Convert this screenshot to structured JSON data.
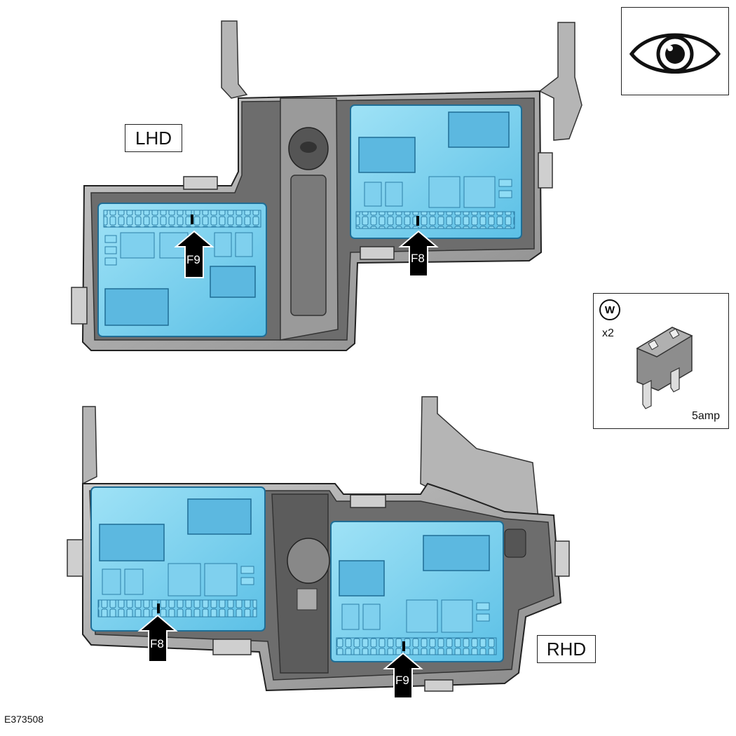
{
  "labels": {
    "lhd": "LHD",
    "rhd": "RHD",
    "caption": "E373508"
  },
  "arrows": {
    "lhd_left": "F9",
    "lhd_right": "F8",
    "rhd_left": "F8",
    "rhd_right": "F9"
  },
  "fuse_info": {
    "tool_symbol": "W",
    "quantity": "x2",
    "rating": "5amp"
  },
  "icons": {
    "view": "eye-icon",
    "fuse": "mini-blade-fuse-icon",
    "tool": "tool-symbol-icon"
  },
  "colors": {
    "module_blue": "#7fd3ee",
    "module_blue_dark": "#3ea8d4",
    "housing_grey": "#8f8f8f",
    "housing_light": "#bdbdbd",
    "arrow": "#000000"
  }
}
